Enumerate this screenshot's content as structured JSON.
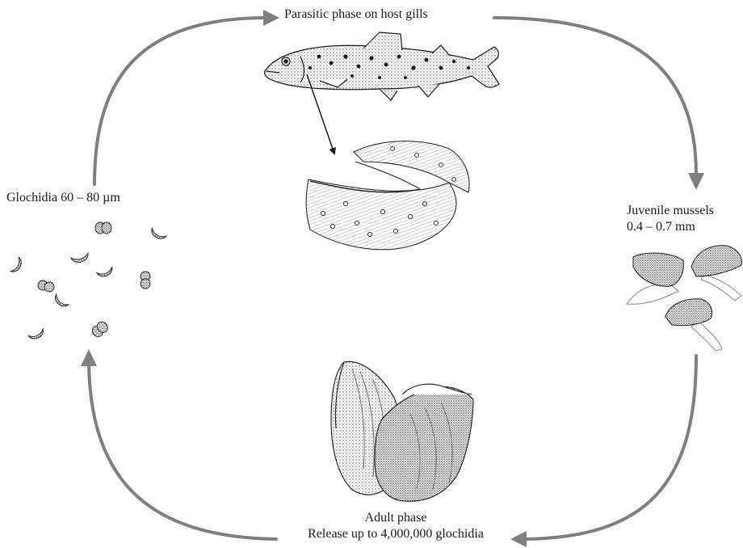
{
  "stages": {
    "parasitic": {
      "title": "Parasitic phase on host gills"
    },
    "juvenile": {
      "title": "Juvenile mussels",
      "size": "0.4 – 0.7 mm"
    },
    "adult": {
      "title": "Adult phase",
      "release": "Release up to 4,000,000 glochidia"
    },
    "glochidia": {
      "title": "Glochidia 60 – 80 µm"
    }
  },
  "colors": {
    "cycle_arrow": "#7f7f7f",
    "ink": "#1a1a1a",
    "stipple": "#555555",
    "shell_fill": "#dcdcdc",
    "foot_fill": "#ffffff"
  },
  "icons": [
    "trout-illustration",
    "gill-illustration",
    "juvenile-mussel-icon",
    "adult-mussel-illustration",
    "glochidium-icon"
  ]
}
